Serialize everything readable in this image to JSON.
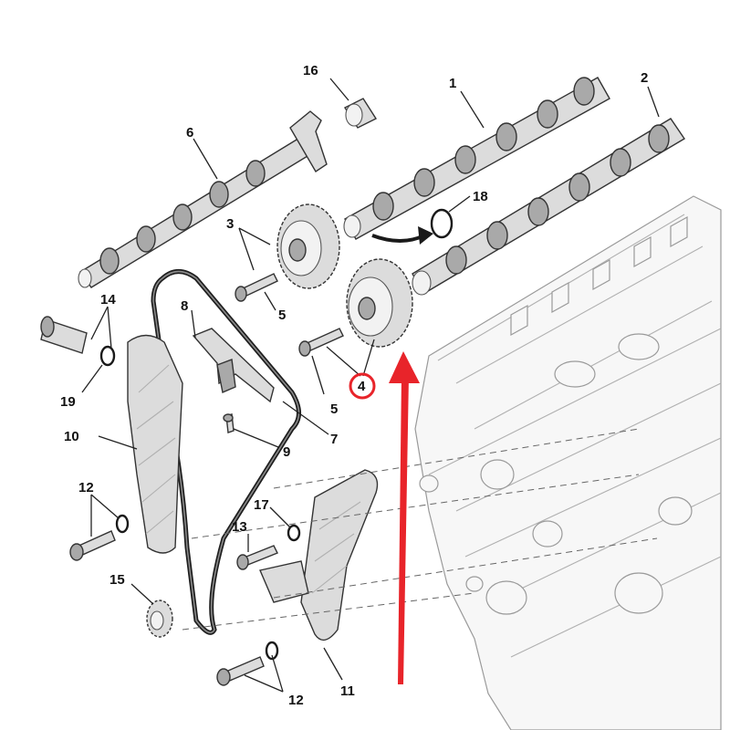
{
  "callouts": [
    {
      "id": "c1",
      "text": "1"
    },
    {
      "id": "c2",
      "text": "2"
    },
    {
      "id": "c3",
      "text": "3"
    },
    {
      "id": "c4",
      "text": "4"
    },
    {
      "id": "c5a",
      "text": "5"
    },
    {
      "id": "c5b",
      "text": "5"
    },
    {
      "id": "c6",
      "text": "6"
    },
    {
      "id": "c7",
      "text": "7"
    },
    {
      "id": "c8",
      "text": "8"
    },
    {
      "id": "c9",
      "text": "9"
    },
    {
      "id": "c10",
      "text": "10"
    },
    {
      "id": "c11",
      "text": "11"
    },
    {
      "id": "c12a",
      "text": "12"
    },
    {
      "id": "c12b",
      "text": "12"
    },
    {
      "id": "c13",
      "text": "13"
    },
    {
      "id": "c14",
      "text": "14"
    },
    {
      "id": "c15",
      "text": "15"
    },
    {
      "id": "c16",
      "text": "16"
    },
    {
      "id": "c17",
      "text": "17"
    },
    {
      "id": "c18",
      "text": "18"
    },
    {
      "id": "c19",
      "text": "19"
    }
  ],
  "colors": {
    "highlight_circle": "#e8242a",
    "arrow": "#e8242a",
    "line": "#222222",
    "background": "#ffffff"
  },
  "highlighted_part": "4"
}
